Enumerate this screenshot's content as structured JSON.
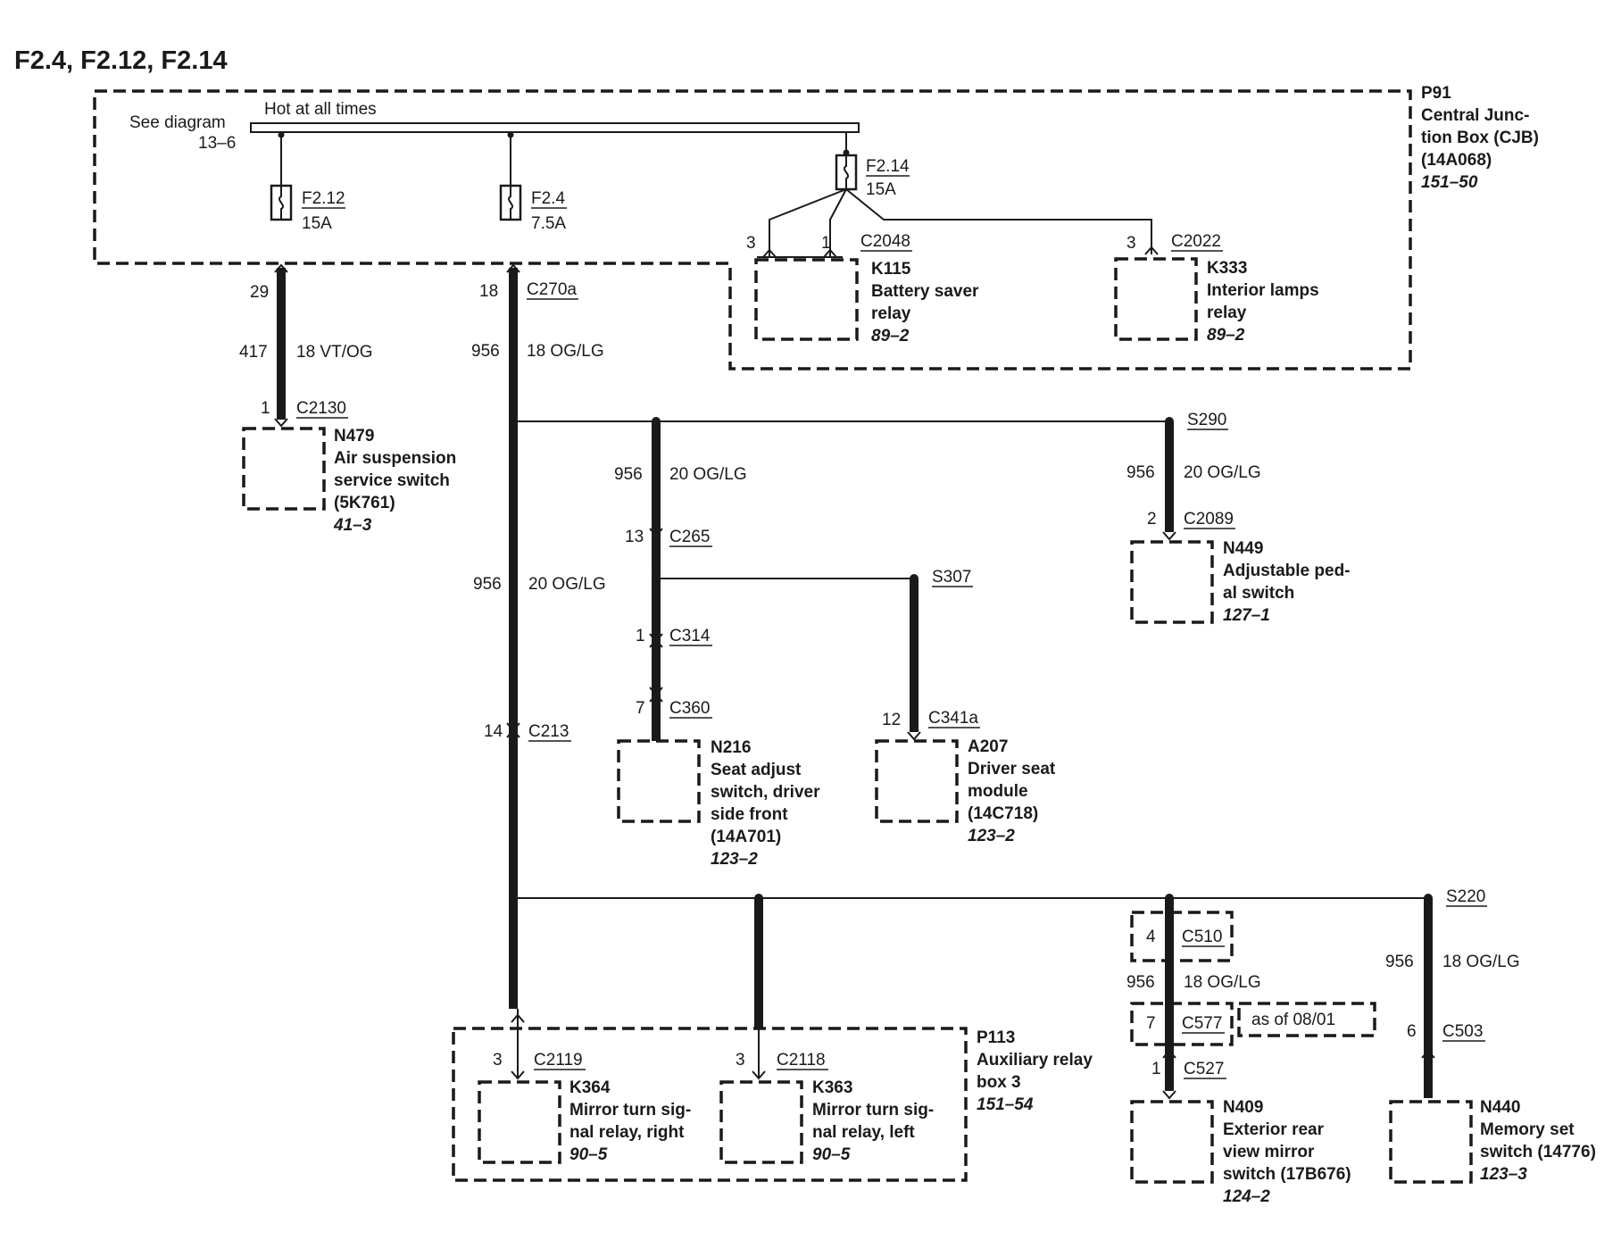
{
  "title": "F2.4, F2.12, F2.14",
  "bus": {
    "see_diagram": "See diagram",
    "see_ref": "13–6",
    "label": "Hot at all times"
  },
  "cjb": {
    "id": "P91",
    "line1": "Central Junc-",
    "line2": "tion Box (CJB)",
    "line3": "(14A068)",
    "ref": "151–50"
  },
  "fuses": [
    {
      "name": "F2.12",
      "rating": "15A"
    },
    {
      "name": "F2.4",
      "rating": "7.5A"
    },
    {
      "name": "F2.14",
      "rating": "15A"
    }
  ],
  "k115": {
    "id": "K115",
    "line1": "Battery saver",
    "line2": "relay",
    "ref": "89–2",
    "connector": "C2048",
    "pin_left": "3",
    "pin_right": "1"
  },
  "k333": {
    "id": "K333",
    "line1": "Interior lamps",
    "line2": "relay",
    "ref": "89–2",
    "connector": "C2022",
    "pin": "3"
  },
  "n479_branch": {
    "pin_top": "29",
    "circuit": "417",
    "wire": "18 VT/OG",
    "pin": "1",
    "connector": "C2130",
    "id": "N479",
    "line1": "Air suspension",
    "line2": "service switch",
    "line3": "(5K761)",
    "ref": "41–3"
  },
  "main": {
    "pin_top": "18",
    "connector_top": "C270a",
    "circuit": "956",
    "wire": "18 OG/LG",
    "circuit2": "956",
    "wire2": "20 OG/LG",
    "pin_c213": "14",
    "c213": "C213"
  },
  "s290": {
    "label": "S290",
    "circuit": "956",
    "wire": "20 OG/LG",
    "pin": "2",
    "connector": "C2089",
    "id": "N449",
    "line1": "Adjustable ped-",
    "line2": "al switch",
    "ref": "127–1"
  },
  "seat_branch": {
    "circuit": "956",
    "wire": "20 OG/LG",
    "pin_c265": "13",
    "c265": "C265",
    "pin_c314": "1",
    "c314": "C314",
    "pin_c360": "7",
    "c360": "C360",
    "id": "N216",
    "line1": "Seat adjust",
    "line2": "switch, driver",
    "line3": "side front",
    "line4": "(14A701)",
    "ref": "123–2"
  },
  "s307": {
    "label": "S307",
    "pin": "12",
    "connector": "C341a",
    "id": "A207",
    "line1": "Driver seat",
    "line2": "module",
    "line3": "(14C718)",
    "ref": "123–2"
  },
  "p113": {
    "id": "P113",
    "line1": "Auxiliary relay",
    "line2": "box 3",
    "ref": "151–54"
  },
  "k364": {
    "pin": "3",
    "connector": "C2119",
    "id": "K364",
    "line1": "Mirror turn sig-",
    "line2": "nal relay, right",
    "ref": "90–5"
  },
  "k363": {
    "pin": "3",
    "connector": "C2118",
    "id": "K363",
    "line1": "Mirror turn sig-",
    "line2": "nal relay, left",
    "ref": "90–5"
  },
  "n409": {
    "pin_c510": "4",
    "c510": "C510",
    "circuit": "956",
    "wire": "18 OG/LG",
    "pin_c577": "7",
    "c577": "C577",
    "note": "as of 08/01",
    "pin_c527": "1",
    "c527": "C527",
    "id": "N409",
    "line1": "Exterior rear",
    "line2": "view mirror",
    "line3": "switch (17B676)",
    "ref": "124–2"
  },
  "s220": {
    "label": "S220",
    "circuit": "956",
    "wire": "18 OG/LG",
    "pin": "6",
    "connector": "C503",
    "id": "N440",
    "line1": "Memory set",
    "line2": "switch (14776)",
    "ref": "123–3"
  }
}
